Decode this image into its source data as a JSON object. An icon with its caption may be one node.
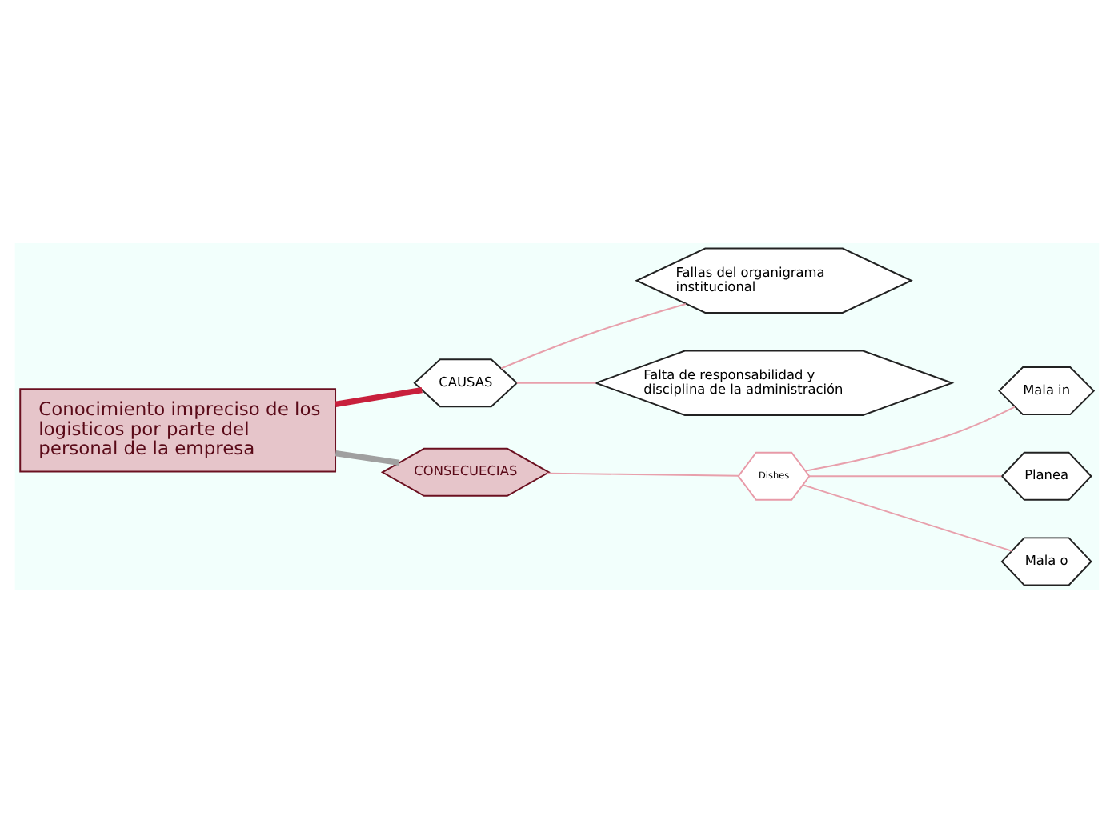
{
  "diagram": {
    "nodes": [
      {
        "text": [
          "Conocimiento impreciso de los logisticos por parte del personal de la empresa"
        ]
      },
      {
        "text": [
          "CAUSAS"
        ]
      },
      {
        "text": [
          "Fallas del organigrama institucional"
        ]
      },
      {
        "text": [
          "Falta de responsabilidad y disciplina de la administración"
        ]
      },
      {
        "text": [
          "CONSECUECIAS"
        ]
      },
      {
        "text": [
          "Dishes"
        ]
      },
      {
        "text": [
          "Mala in"
        ]
      },
      {
        "text": [
          "Planea"
        ]
      },
      {
        "text": [
          "Mala o"
        ]
      }
    ],
    "edges": [
      {
        "from": 0,
        "to": 1,
        "arrow": "none",
        "style": "thick",
        "color": "#c8203c"
      },
      {
        "from": 1,
        "to": 2,
        "arrow": "none"
      },
      {
        "from": 1,
        "to": 3,
        "arrow": "none"
      },
      {
        "from": 0,
        "to": 4,
        "arrow": "none",
        "style": "thick",
        "color": "#a0a0a0"
      },
      {
        "from": 4,
        "to": 5,
        "arrow": "none"
      },
      {
        "from": 5,
        "to": 6,
        "arrow": "none"
      },
      {
        "from": 5,
        "to": 7,
        "arrow": "none"
      },
      {
        "from": 5,
        "to": 8,
        "arrow": "none"
      }
    ]
  }
}
